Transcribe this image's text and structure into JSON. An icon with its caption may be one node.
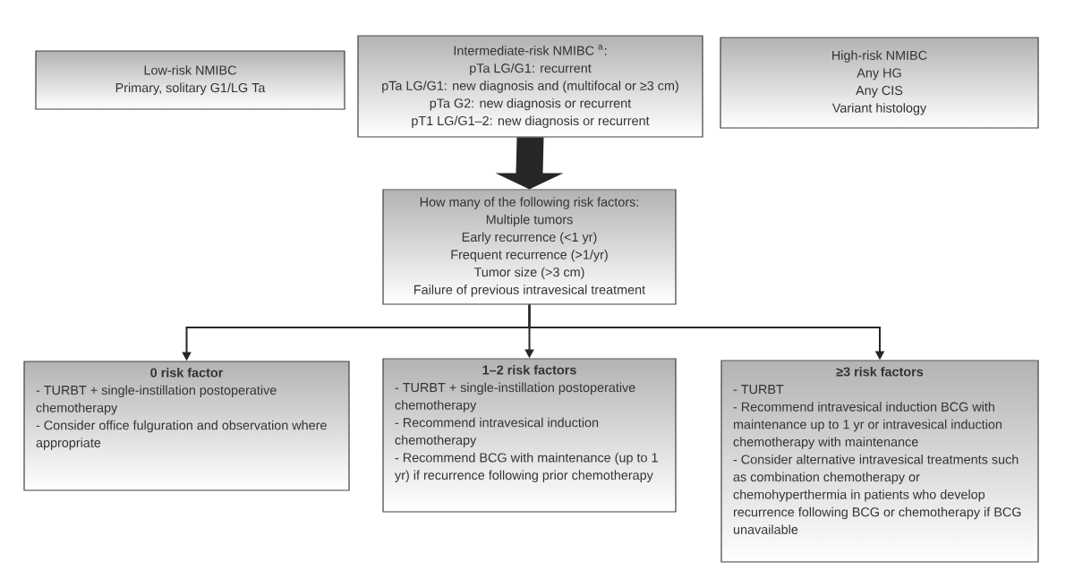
{
  "diagram": {
    "nodes": [
      {
        "text": [
          "Low-risk NMIBC",
          "Primary, solitary G1/LG Ta"
        ]
      },
      {
        "text": [
          "Intermediate-risk NMIBC $^{a}$:",
          "pTa LG/G1: recurrent",
          "pTa LG/G1: new diagnosis and (multifocal or ≥3 cm)",
          "pTa G2: new diagnosis or recurrent",
          "pT1 LG/G1–2: new diagnosis or recurrent"
        ]
      },
      {
        "text": [
          "High-risk NMIBC",
          "Any HG",
          "Any CIS",
          "Variant histology"
        ]
      },
      {
        "text": [
          "How many of the following risk factors:",
          "Multiple tumors",
          "Early recurrence (<1 yr)",
          "Frequent recurrence (>1/yr)",
          "Tumor size (>3 cm)",
          "Failure of previous intravesical treatment"
        ]
      },
      {
        "text": [
          "0 risk factor",
          "- TURBT + single-instillation postoperative chemotherapy",
          "- Consider office fulguration and observation where appropriate"
        ]
      },
      {
        "text": [
          "1–2 risk factors",
          "- TURBT + single-instillation postoperative chemotherapy",
          "- Recommend intravesical induction chemotherapy",
          "- Recommend BCG with maintenance (up to 1 yr) if recurrence following prior chemotherapy"
        ]
      },
      {
        "text": [
          "≥3 risk factors",
          "- TURBT",
          "- Recommend intravesical induction BCG with maintenance up to 1 yr or intravesical induction chemotherapy with maintenance",
          "- Consider alternative intravesical treatments such as combination chemotherapy or chemohyperthermia in patients who develop recurrence following BCG or chemotherapy if BCG unavailable"
        ]
      }
    ],
    "edges": [
      {
        "from": 1,
        "to": 3,
        "arrow": "to",
        "style": "thick"
      },
      {
        "from": 3,
        "to": 4,
        "arrow": "to"
      },
      {
        "from": 3,
        "to": 5,
        "arrow": "to"
      },
      {
        "from": 3,
        "to": 6,
        "arrow": "to"
      }
    ]
  }
}
